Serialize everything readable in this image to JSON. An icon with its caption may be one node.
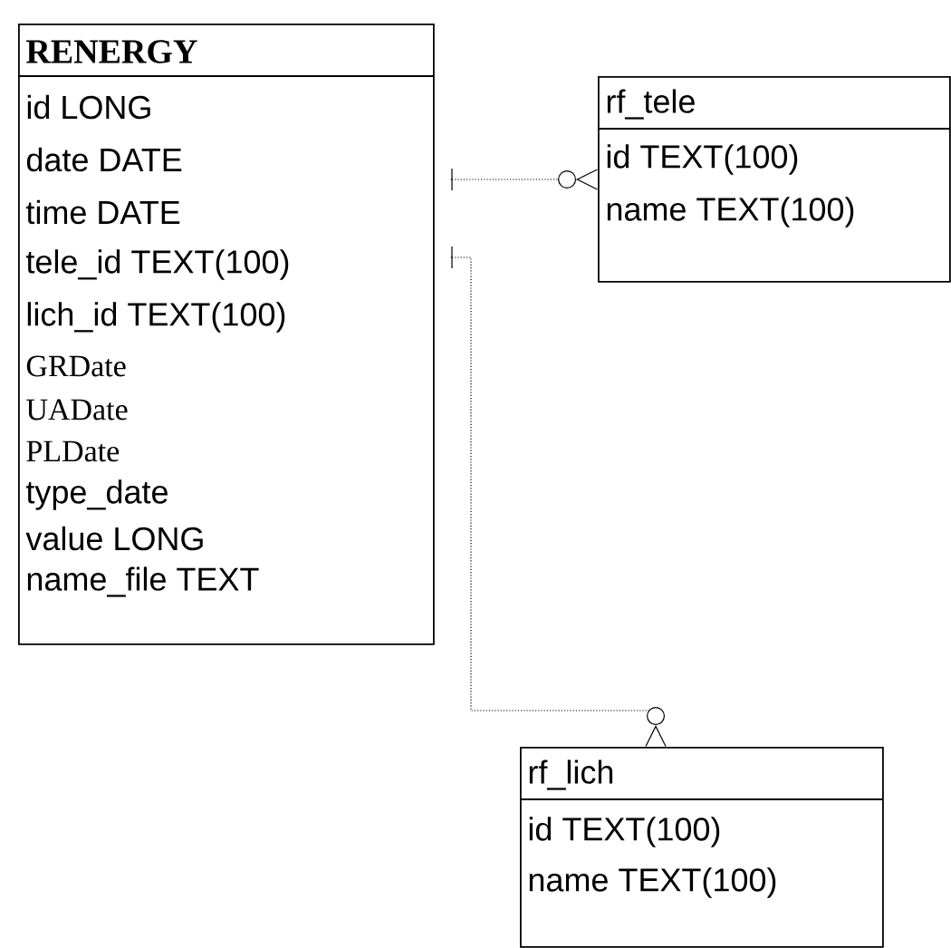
{
  "diagram": {
    "nodes": [
      {
        "text": [
          "RENERGY",
          "id LONG",
          "date DATE",
          "time DATE",
          "tele_id TEXT(100)",
          "lich_id TEXT(100)",
          "GRDate",
          "UADate",
          "PLDate",
          "type_date",
          "value LONG",
          "name_file TEXT"
        ]
      },
      {
        "text": [
          "rf_tele",
          "id TEXT(100)",
          "name TEXT(100)"
        ]
      },
      {
        "text": [
          "rf_lich",
          "id TEXT(100)",
          "name TEXT(100)"
        ]
      }
    ],
    "edges": [
      {
        "from": 0,
        "to": 1,
        "arrow": "other",
        "style": "dashed"
      },
      {
        "from": 0,
        "to": 2,
        "arrow": "other",
        "style": "dashed"
      }
    ]
  }
}
